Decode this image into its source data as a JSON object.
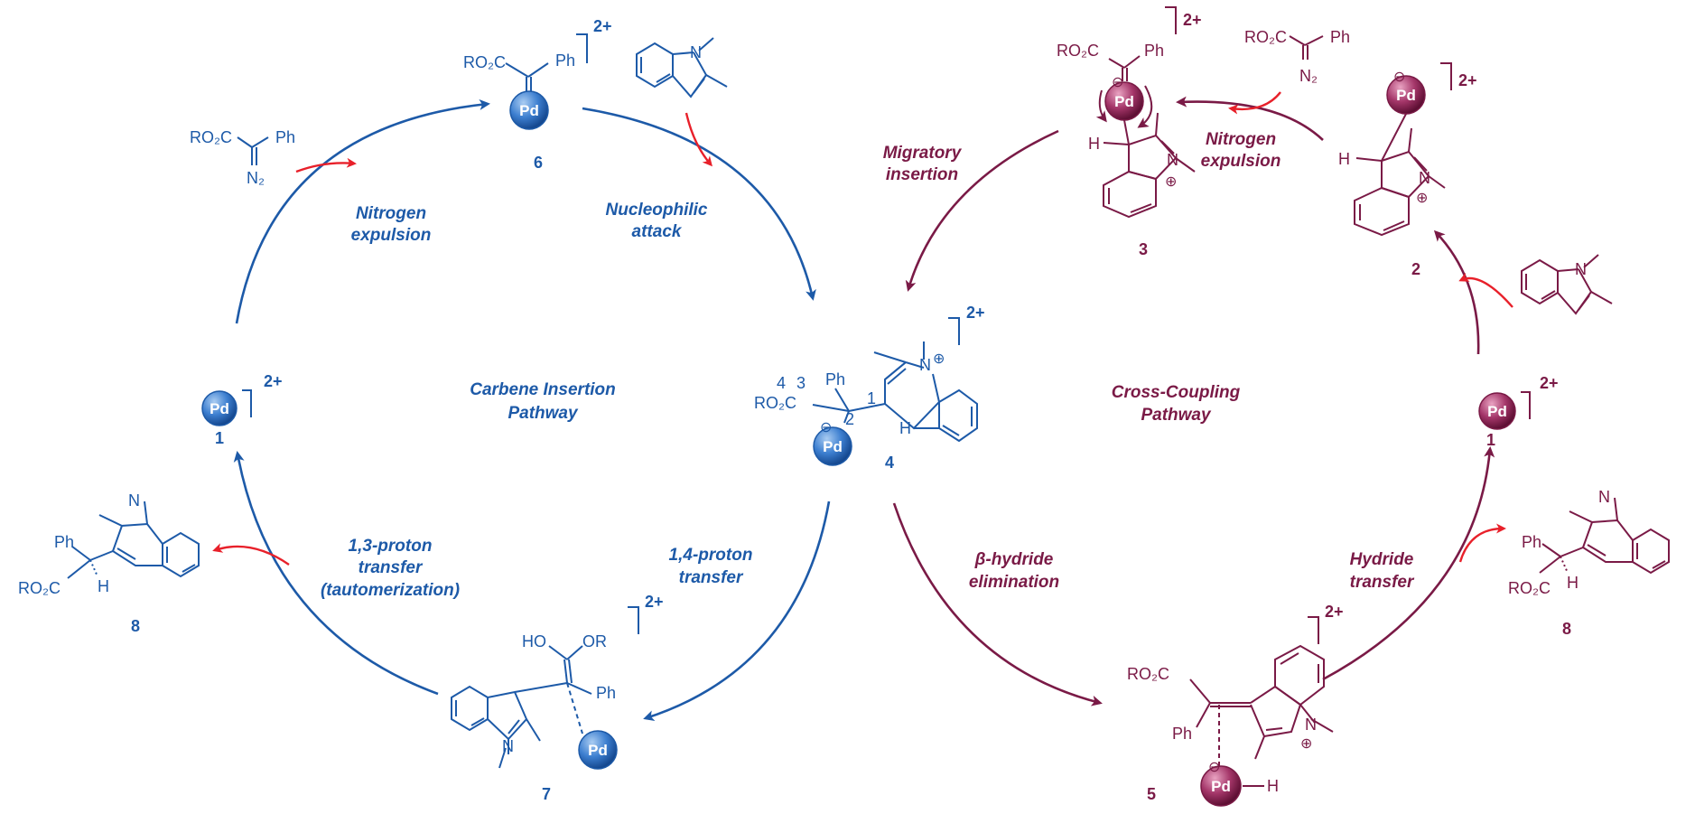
{
  "colors": {
    "left": "#1d5aa8",
    "right": "#7a1a46",
    "reagent_arrow": "#e8202a"
  },
  "left_cycle": {
    "title_line1": "Carbene Insertion",
    "title_line2": "Pathway",
    "step_nitrogen_1": "Nitrogen",
    "step_nitrogen_2": "expulsion",
    "step_nucleophilic_1": "Nucleophilic",
    "step_nucleophilic_2": "attack",
    "step_14_1": "1,4-proton",
    "step_14_2": "transfer",
    "step_13_1": "1,3-proton",
    "step_13_2": "transfer",
    "step_13_3": "(tautomerization)",
    "cpd_1": "1",
    "cpd_6": "6",
    "cpd_4": "4",
    "cpd_7": "7",
    "cpd_8": "8"
  },
  "right_cycle": {
    "title_line1": "Cross-Coupling",
    "title_line2": "Pathway",
    "step_nitrogen_1": "Nitrogen",
    "step_nitrogen_2": "expulsion",
    "step_migratory_1": "Migratory",
    "step_migratory_2": "insertion",
    "step_beta_1": "β-hydride",
    "step_beta_2": "elimination",
    "step_hydride_1": "Hydride",
    "step_hydride_2": "transfer",
    "cpd_1": "1",
    "cpd_2": "2",
    "cpd_3": "3",
    "cpd_5": "5",
    "cpd_8": "8"
  },
  "chem": {
    "pd": "Pd",
    "charge_2plus": "2+",
    "ph": "Ph",
    "ro2c": "RO₂C",
    "n2": "N₂",
    "n": "N",
    "h": "H",
    "ho": "HO",
    "or": "OR",
    "plus": "⊕",
    "minus": "⊖",
    "pos4": "4",
    "pos3": "3",
    "pos2": "2",
    "pos1": "1"
  }
}
